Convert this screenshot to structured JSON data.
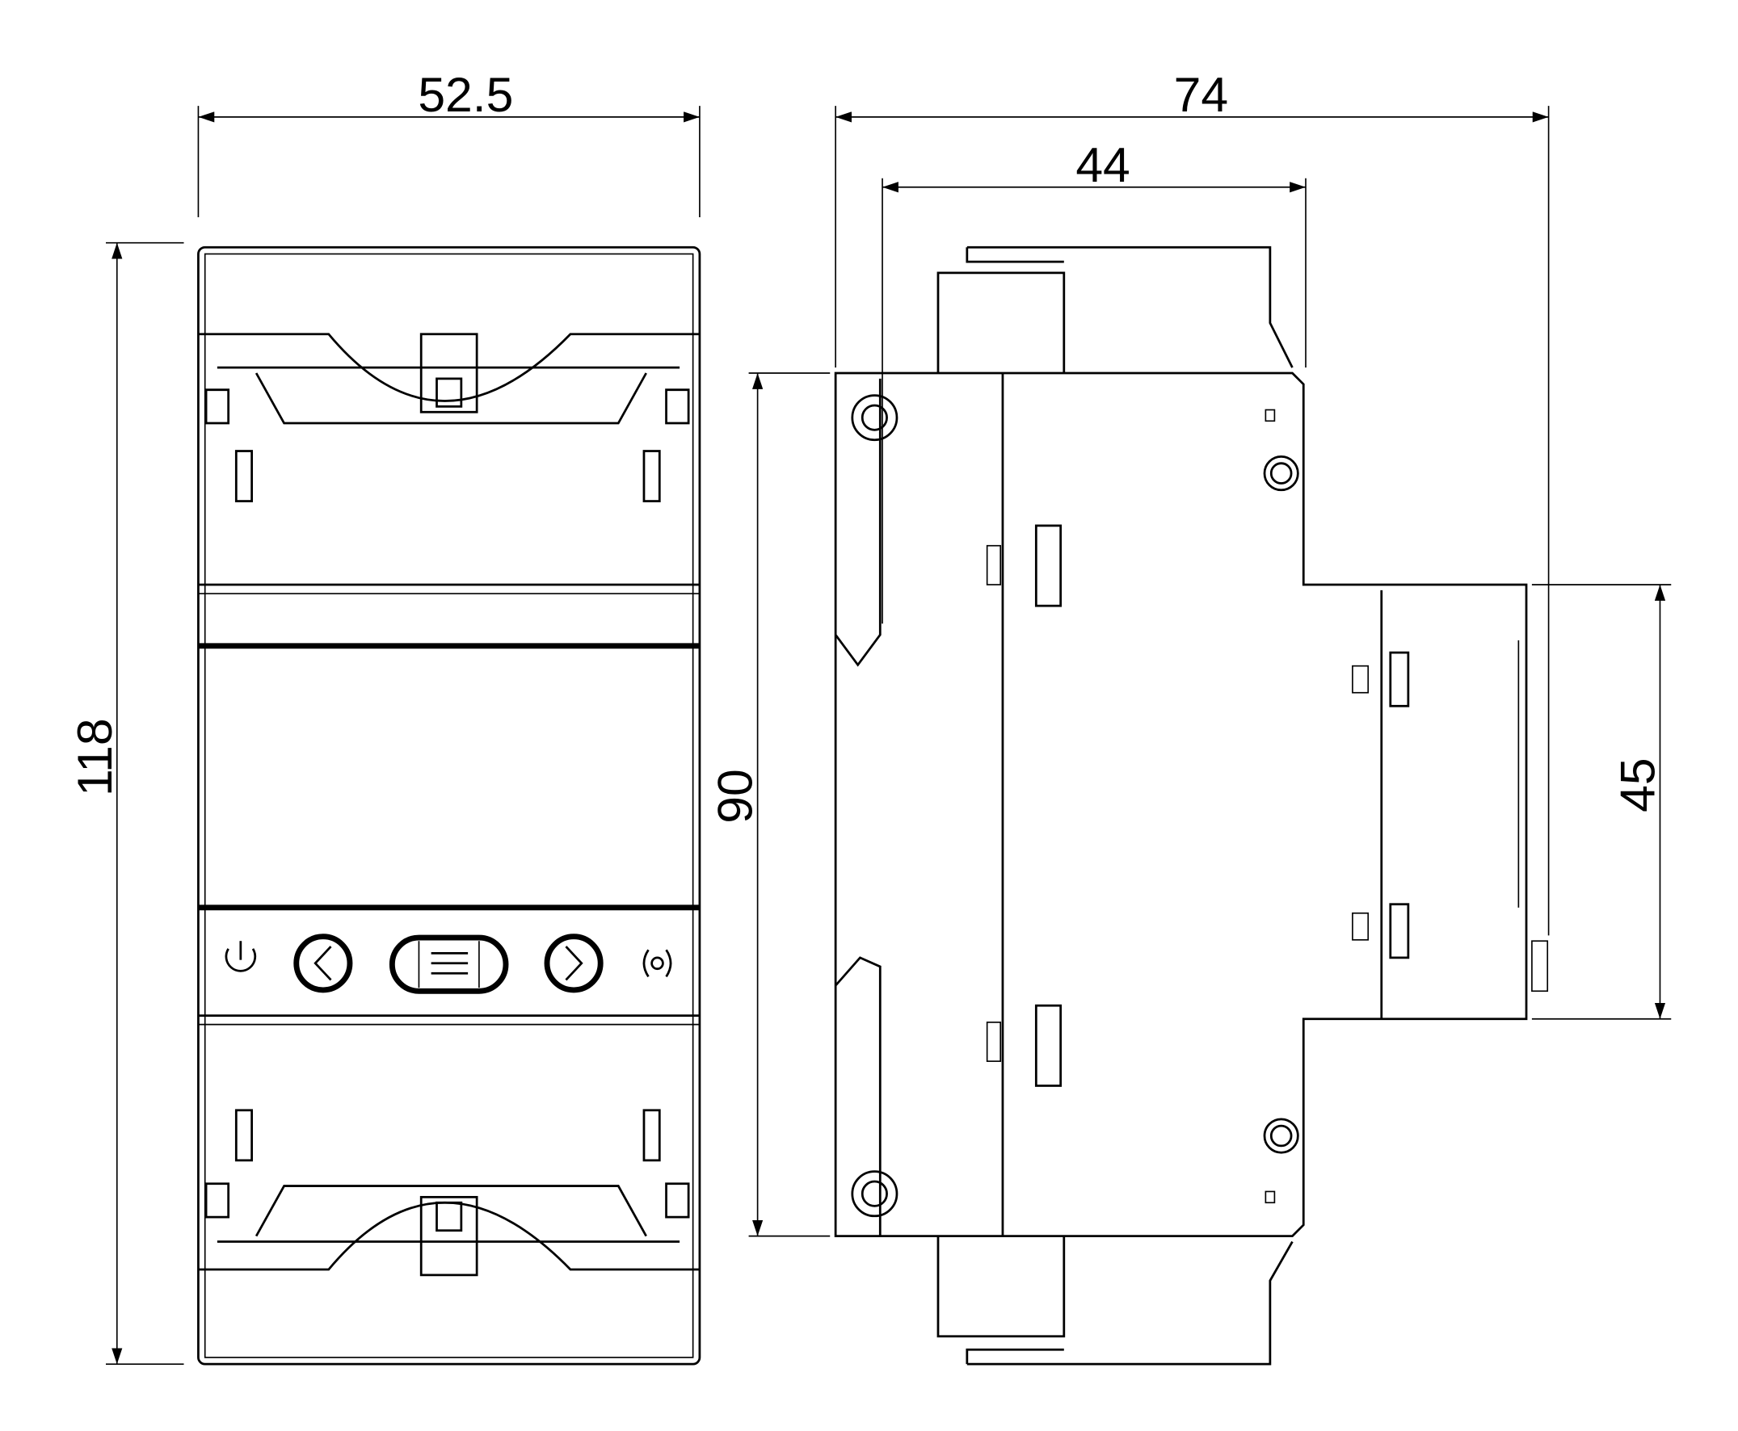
{
  "front_view": {
    "width_dim": "52.5",
    "height_dim": "118",
    "buttons": [
      "power",
      "left",
      "menu",
      "right",
      "signal"
    ]
  },
  "side_view": {
    "depth_total_dim": "74",
    "depth_inner_dim": "44",
    "body_height_dim": "90",
    "front_height_dim": "45"
  },
  "colors": {
    "line": "#000000",
    "background": "#ffffff"
  }
}
